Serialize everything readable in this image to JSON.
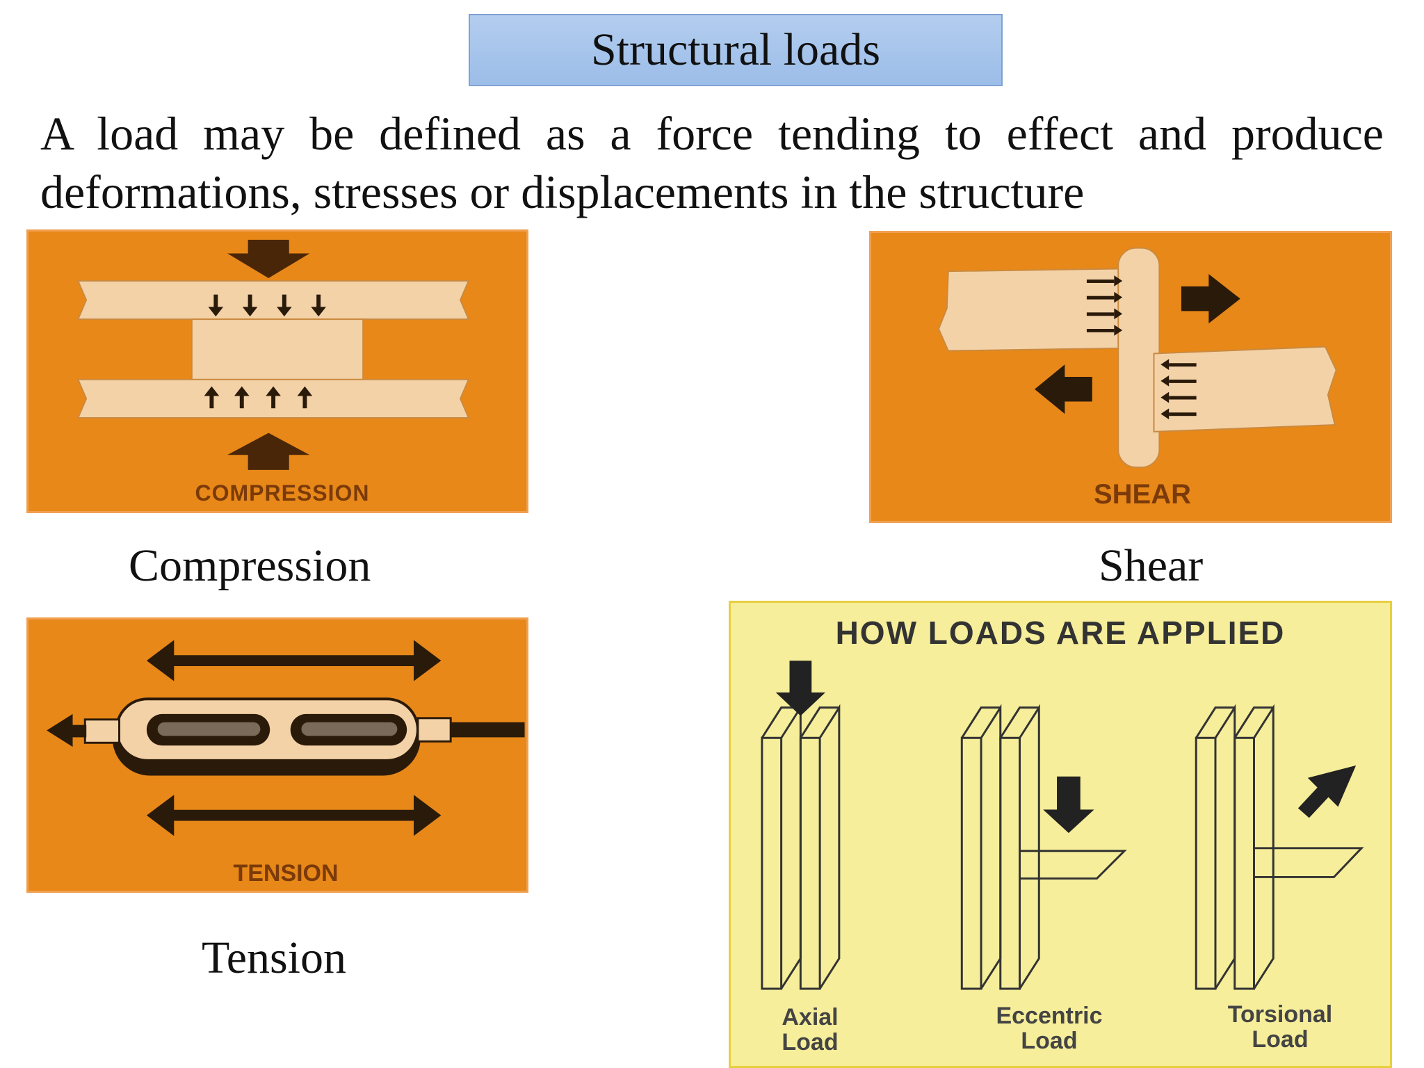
{
  "slide": {
    "title": "Structural loads",
    "intro": "A load may be defined as a force tending to effect and produce deformations, stresses or displacements in the structure"
  },
  "figures": {
    "compression": {
      "label": "COMPRESSION",
      "caption": "Compression"
    },
    "shear": {
      "label": "SHEAR",
      "caption": "Shear"
    },
    "tension": {
      "label": "TENSION",
      "caption": "Tension"
    },
    "applied": {
      "heading": "HOW LOADS ARE APPLIED",
      "axial_1": "Axial",
      "axial_2": "Load",
      "eccentric_1": "Eccentric",
      "eccentric_2": "Load",
      "torsional_1": "Torsional",
      "torsional_2": "Load"
    }
  },
  "colors": {
    "title_bg": "#a9c6ec",
    "panel_orange": "#e88818",
    "member_cream": "#f4d2a8",
    "arrow_dark": "#2a1a0a",
    "applied_bg": "#f6ee9a"
  }
}
